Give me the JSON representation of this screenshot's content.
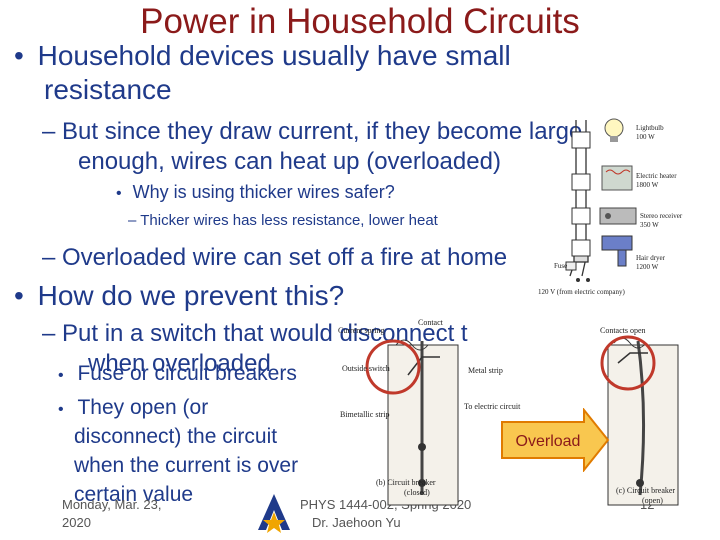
{
  "slide": {
    "title": "Power in Household Circuits",
    "bullets": {
      "l1_a": "Household devices usually have small",
      "l1_b": "resistance",
      "l2_a": "– But since they draw current, if they become large",
      "l2_b": "enough, wires can heat up (overloaded)",
      "l3": "Why is using thicker wires safer?",
      "l4": "– Thicker wires has less resistance, lower heat",
      "l5": "– Overloaded wire can set off a fire at home",
      "l6": "How do we prevent this?",
      "l7_a": "– Put in a switch that would disconnect t",
      "l7_b": "when overloaded",
      "l8": "Fuse or circuit breakers",
      "l9_a": "They open (or",
      "l9_b": "disconnect) the circuit",
      "l9_c": "when the current is over",
      "l9_d": "certain value"
    },
    "bullet_char": "•",
    "overload_label": "Overload"
  },
  "footer": {
    "date_line1": "Monday, Mar. 23,",
    "date_line2": "2020",
    "course_line1": "PHYS 1444-002, Spring 2020",
    "course_line2": "Dr. Jaehoon Yu",
    "page_number": "12"
  },
  "figure_circuit": {
    "appliances": [
      {
        "name": "Lightbulb",
        "rating": "100 W"
      },
      {
        "name": "Electric heater",
        "rating": "1800 W"
      },
      {
        "name": "Stereo receiver",
        "rating": "350 W"
      },
      {
        "name": "Hair dryer",
        "rating": "1200 W"
      }
    ],
    "fuse_label": "Fuse",
    "source_label": "120 V (from electric company)"
  },
  "figure_breaker": {
    "labels": {
      "current_spring": "Current spring",
      "contact": "Contact",
      "outside_switch": "Outside switch",
      "metal_strip": "Metal strip",
      "bimetallic_strip": "Bimetallic strip",
      "to_electric_circuit": "To electric circuit",
      "contacts_open": "Contacts open",
      "caption_b1": "(b) Circuit breaker",
      "caption_b2": "(closed)",
      "caption_c1": "(c) Circuit breaker",
      "caption_c2": "(open)"
    }
  },
  "colors": {
    "title": "#8b1a1a",
    "text": "#1f3a8a",
    "highlight_circle": "#c0392b",
    "arrow_fill": "#f9c74f",
    "arrow_stroke": "#e07b00"
  }
}
